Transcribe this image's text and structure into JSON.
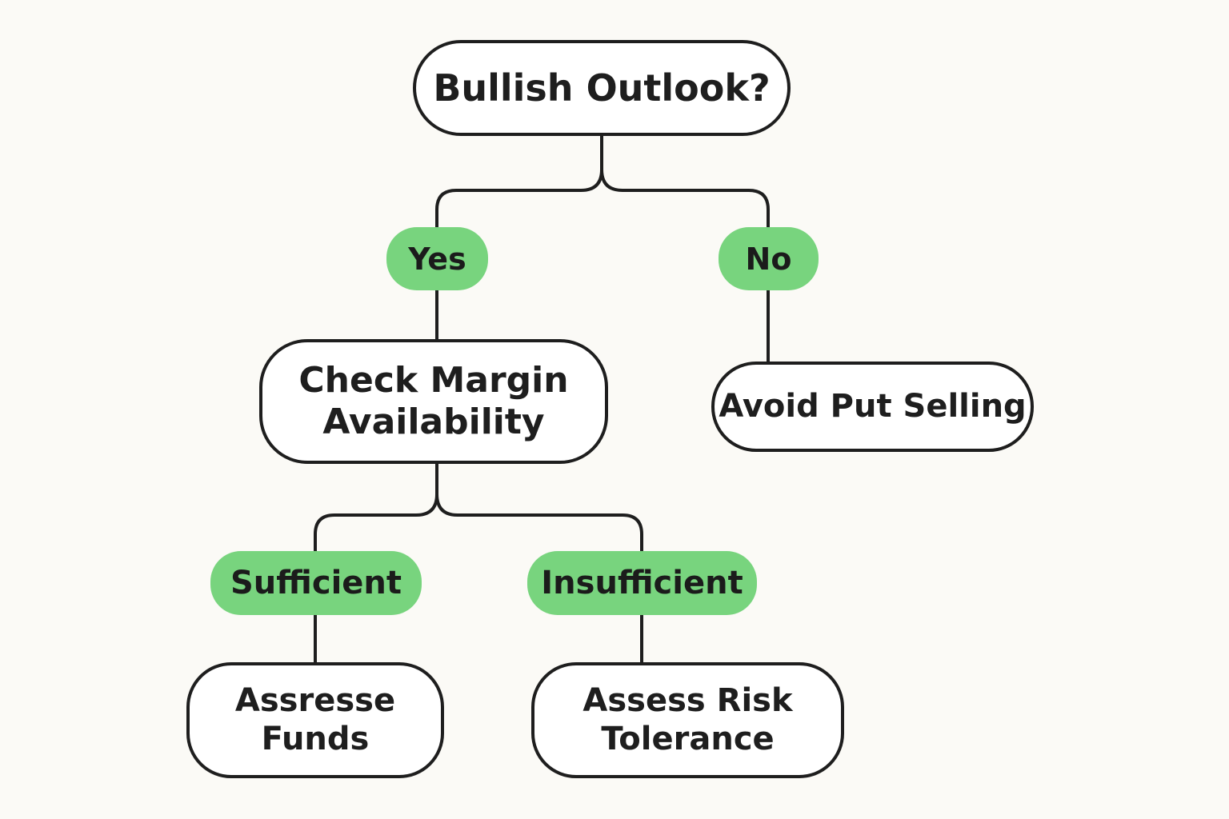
{
  "colors": {
    "background": "#fbfaf6",
    "node_fill": "#ffffff",
    "stroke": "#1e1e1e",
    "label_fill": "#78d47e",
    "text": "#1e1e1e"
  },
  "nodes": {
    "root": {
      "text": "Bullish Outlook?"
    },
    "check_margin": {
      "text": "Check Margin Availability"
    },
    "avoid_put": {
      "text": "Avoid Put Selling"
    },
    "assess_funds": {
      "text": "Assresse Funds"
    },
    "assess_risk": {
      "text": "Assess Risk Tolerance"
    }
  },
  "labels": {
    "yes": "Yes",
    "no": "No",
    "sufficient": "Sufficient",
    "insufficient": "Insufficient"
  }
}
